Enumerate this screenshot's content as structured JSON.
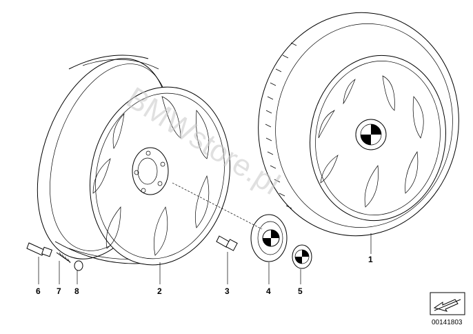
{
  "watermark": "BMWstore.pl",
  "diagram_code": "00141803",
  "callouts": [
    {
      "id": "1",
      "label": "1"
    },
    {
      "id": "2",
      "label": "2"
    },
    {
      "id": "3",
      "label": "3"
    },
    {
      "id": "4",
      "label": "4"
    },
    {
      "id": "5",
      "label": "5"
    },
    {
      "id": "6",
      "label": "6"
    },
    {
      "id": "7",
      "label": "7"
    },
    {
      "id": "8",
      "label": "8"
    }
  ],
  "icons": {
    "nav_arrow": "arrow-icon",
    "bmw_logo": "bmw-roundel-icon"
  }
}
